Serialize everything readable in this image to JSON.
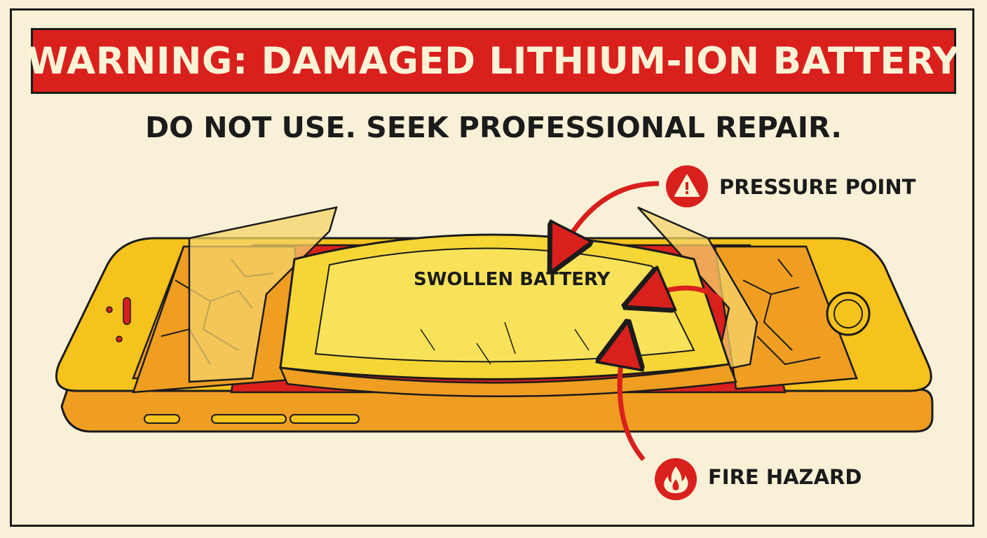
{
  "header": {
    "title": "WARNING: DAMAGED LITHIUM-ION BATTERY",
    "subtitle": "DO NOT USE. SEEK PROFESSIONAL REPAIR."
  },
  "callouts": {
    "pressure_point": {
      "label": "PRESSURE POINT",
      "icon": "warning-triangle-icon"
    },
    "fire_hazard": {
      "label": "FIRE HAZARD",
      "icon": "flame-icon"
    },
    "battery": {
      "label": "SWOLLEN BATTERY"
    }
  },
  "colors": {
    "background": "#f8f1d8",
    "warning_red": "#d9201d",
    "phone_yellow": "#f6c21c",
    "phone_orange": "#ef9e22",
    "battery_yellow": "#f5d635",
    "outline": "#1b1b1b"
  }
}
